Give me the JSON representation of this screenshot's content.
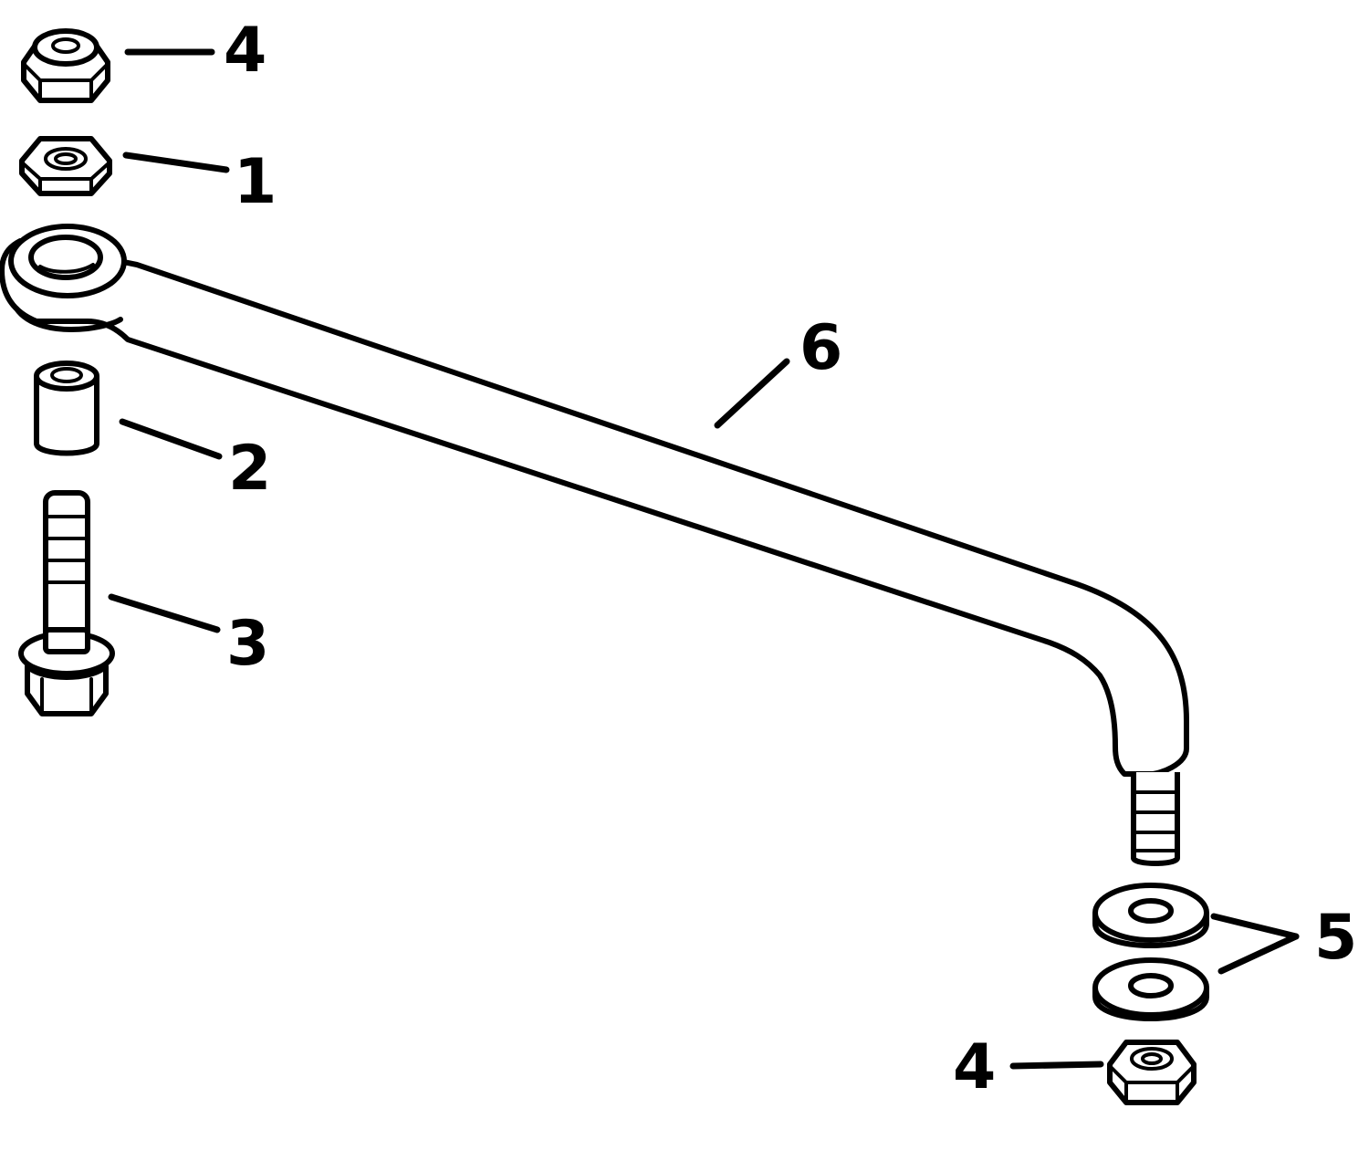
{
  "callouts": {
    "nut_top": "4",
    "hex_nut": "1",
    "spacer": "2",
    "bolt": "3",
    "rod": "6",
    "washers": "5",
    "nut_bottom": "4"
  }
}
